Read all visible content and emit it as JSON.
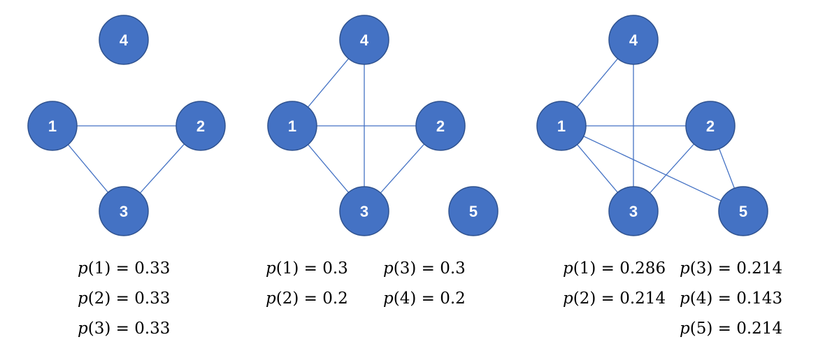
{
  "colors": {
    "node_fill": "#4472C4",
    "node_stroke": "#2F528F",
    "edge": "#4472C4",
    "label": "#FFFFFF",
    "text": "#000000"
  },
  "graphs": [
    {
      "id": "g1",
      "nodes": [
        {
          "id": "4",
          "label": "4"
        },
        {
          "id": "1",
          "label": "1"
        },
        {
          "id": "2",
          "label": "2"
        },
        {
          "id": "3",
          "label": "3"
        }
      ],
      "edges": [
        [
          "1",
          "2"
        ],
        [
          "1",
          "3"
        ],
        [
          "2",
          "3"
        ]
      ],
      "probabilities": [
        {
          "node": "1",
          "value": "0.33"
        },
        {
          "node": "2",
          "value": "0.33"
        },
        {
          "node": "3",
          "value": "0.33"
        }
      ]
    },
    {
      "id": "g2",
      "nodes": [
        {
          "id": "4",
          "label": "4"
        },
        {
          "id": "1",
          "label": "1"
        },
        {
          "id": "2",
          "label": "2"
        },
        {
          "id": "3",
          "label": "3"
        },
        {
          "id": "5",
          "label": "5"
        }
      ],
      "edges": [
        [
          "1",
          "4"
        ],
        [
          "1",
          "2"
        ],
        [
          "1",
          "3"
        ],
        [
          "4",
          "3"
        ],
        [
          "2",
          "3"
        ]
      ],
      "probabilities": [
        {
          "node": "1",
          "value": "0.3"
        },
        {
          "node": "3",
          "value": "0.3"
        },
        {
          "node": "2",
          "value": "0.2"
        },
        {
          "node": "4",
          "value": "0.2"
        }
      ]
    },
    {
      "id": "g3",
      "nodes": [
        {
          "id": "4",
          "label": "4"
        },
        {
          "id": "1",
          "label": "1"
        },
        {
          "id": "2",
          "label": "2"
        },
        {
          "id": "3",
          "label": "3"
        },
        {
          "id": "5",
          "label": "5"
        }
      ],
      "edges": [
        [
          "1",
          "4"
        ],
        [
          "1",
          "2"
        ],
        [
          "1",
          "3"
        ],
        [
          "1",
          "5"
        ],
        [
          "4",
          "3"
        ],
        [
          "2",
          "3"
        ],
        [
          "2",
          "5"
        ]
      ],
      "probabilities": [
        {
          "node": "1",
          "value": "0.286"
        },
        {
          "node": "3",
          "value": "0.214"
        },
        {
          "node": "2",
          "value": "0.214"
        },
        {
          "node": "4",
          "value": "0.143"
        },
        {
          "node": "5",
          "value": "0.214"
        }
      ]
    }
  ]
}
